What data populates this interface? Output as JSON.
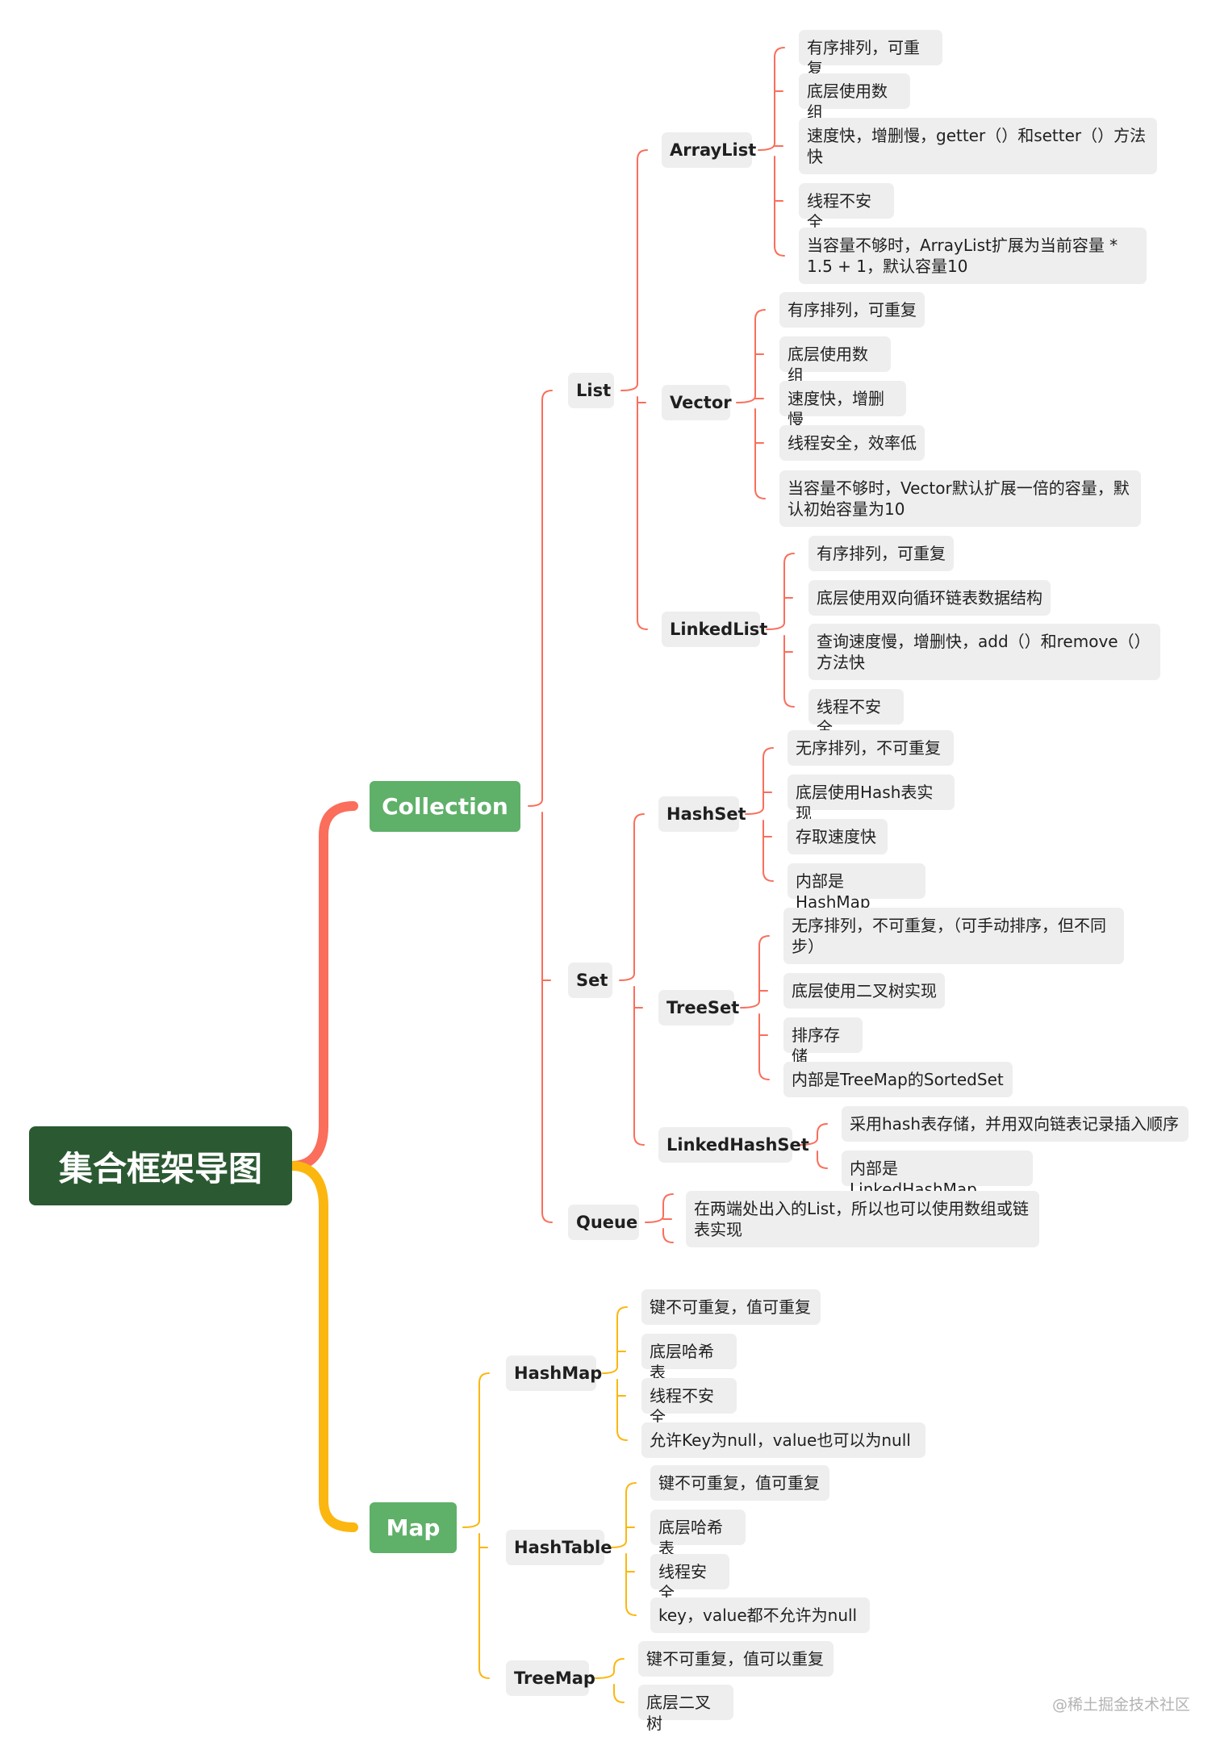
{
  "root": {
    "title": "集合框架导图"
  },
  "collection": {
    "label": "Collection",
    "list": {
      "label": "List",
      "arraylist": {
        "label": "ArrayList",
        "items": [
          "有序排列，可重复",
          "底层使用数组",
          "速度快，增删慢，getter（）和setter（）方法快",
          "线程不安全",
          "当容量不够时，ArrayList扩展为当前容量 * 1.5 + 1，默认容量10"
        ]
      },
      "vector": {
        "label": "Vector",
        "items": [
          "有序排列，可重复",
          "底层使用数组",
          "速度快，增删慢",
          "线程安全，效率低",
          "当容量不够时，Vector默认扩展一倍的容量，默认初始容量为10"
        ]
      },
      "linkedlist": {
        "label": "LinkedList",
        "items": [
          "有序排列，可重复",
          "底层使用双向循环链表数据结构",
          "查询速度慢，增删快，add（）和remove（）方法快",
          "线程不安全"
        ]
      }
    },
    "set": {
      "label": "Set",
      "hashset": {
        "label": "HashSet",
        "items": [
          "无序排列，不可重复",
          "底层使用Hash表实现",
          "存取速度快",
          "内部是HashMap"
        ]
      },
      "treeset": {
        "label": "TreeSet",
        "items": [
          "无序排列，不可重复，（可手动排序，但不同步）",
          "底层使用二叉树实现",
          "排序存储",
          "内部是TreeMap的SortedSet"
        ]
      },
      "linkedhashset": {
        "label": "LinkedHashSet",
        "items": [
          "采用hash表存储，并用双向链表记录插入顺序",
          "内部是LinkedHashMap"
        ]
      }
    },
    "queue": {
      "label": "Queue",
      "items": [
        "在两端处出入的List，所以也可以使用数组或链表实现"
      ]
    }
  },
  "map": {
    "label": "Map",
    "hashmap": {
      "label": "HashMap",
      "items": [
        "键不可重复，值可重复",
        "底层哈希表",
        "线程不安全",
        "允许Key为null，value也可以为null"
      ]
    },
    "hashtable": {
      "label": "HashTable",
      "items": [
        "键不可重复，值可重复",
        "底层哈希表",
        "线程安全",
        "key，value都不允许为null"
      ]
    },
    "treemap": {
      "label": "TreeMap",
      "items": [
        "键不可重复，值可以重复",
        "底层二叉树"
      ]
    }
  },
  "watermark": "@稀土掘金技术社区",
  "colors": {
    "collection_branch": "#fa6e5b",
    "map_branch": "#fbb70f",
    "root_bg": "#2b5932",
    "level1_bg": "#5fb069",
    "node_bg": "#eeeeee"
  }
}
